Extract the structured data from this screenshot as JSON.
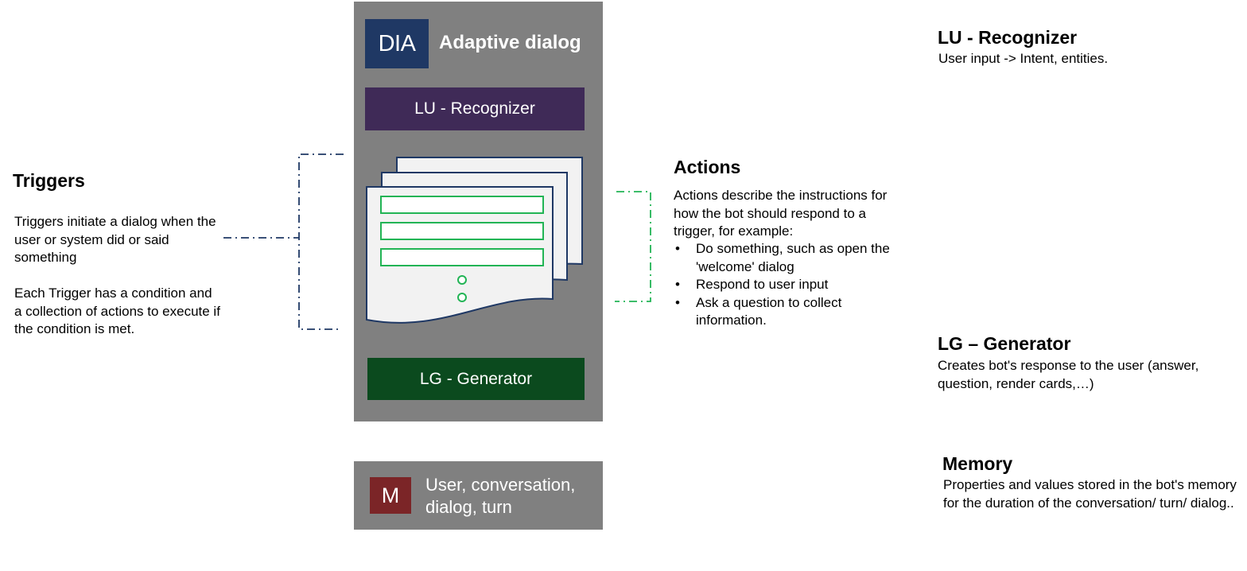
{
  "dialog": {
    "badge": "DIA",
    "title": "Adaptive dialog",
    "recognizer_label": "LU - Recognizer",
    "generator_label": "LG - Generator"
  },
  "memory_box": {
    "badge": "M",
    "label": "User, conversation, dialog, turn"
  },
  "triggers": {
    "heading": "Triggers",
    "paragraph1": "Triggers initiate a dialog when the user or system did or said something",
    "paragraph2": "Each Trigger has a condition and a collection of actions to execute if the condition is met."
  },
  "actions": {
    "heading": "Actions",
    "description": "Actions describe the instructions for how the bot should respond to a trigger, for example:",
    "items": [
      "Do something, such as open the 'welcome' dialog",
      "Respond to user input",
      "Ask a question to collect information."
    ]
  },
  "right_panel": {
    "lu": {
      "heading": "LU - Recognizer",
      "description": "User input -> Intent, entities."
    },
    "lg": {
      "heading": "LG – Generator",
      "description": "Creates bot's response to the user (answer, question, render cards,…)"
    },
    "memory": {
      "heading": "Memory",
      "description": "Properties and values stored in the bot's memory for the duration of the conversation/ turn/ dialog.."
    }
  },
  "colors": {
    "panel_gray": "#808080",
    "dia_blue": "#1f3864",
    "recognizer_purple": "#3f2a57",
    "generator_green": "#0b4a1e",
    "memory_red": "#7b2527",
    "action_green": "#22b455",
    "trigger_navy": "#1f3864"
  }
}
